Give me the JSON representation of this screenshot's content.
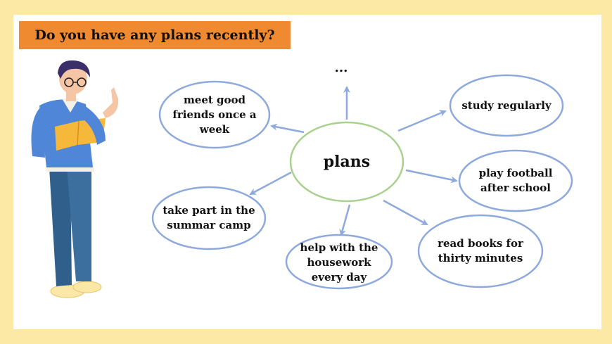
{
  "title": "Do you have any plans recently?",
  "center": "plans",
  "more": "...",
  "nodes": [
    {
      "id": "meet",
      "label": "meet good friends once a week"
    },
    {
      "id": "study",
      "label": "study regularly"
    },
    {
      "id": "football",
      "label": "play football after school"
    },
    {
      "id": "read",
      "label": "read books for thirty minutes"
    },
    {
      "id": "housework",
      "label": "help with the housework every day"
    },
    {
      "id": "camp",
      "label": "take part in the summar camp"
    }
  ],
  "colors": {
    "background": "#fde9a6",
    "title_fill": "#f08a30",
    "center_stroke": "#a9d18e",
    "node_stroke": "#8ea9db",
    "arrow": "#8ea9db"
  }
}
